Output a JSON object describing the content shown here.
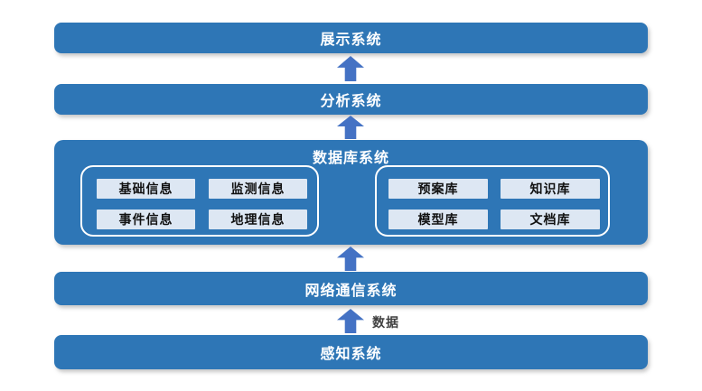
{
  "diagram": {
    "colors": {
      "background": "#ffffff",
      "layer_fill": "#2e76b6",
      "layer_text": "#ffffff",
      "arrow_fill": "#4472c4",
      "group_border": "#ffffff",
      "chip_fill": "#dde7f3",
      "chip_text": "#111111",
      "arrow_label_text": "#3f3f3f"
    },
    "layers": [
      {
        "id": "display",
        "label": "展示系统"
      },
      {
        "id": "analysis",
        "label": "分析系统"
      },
      {
        "id": "database",
        "label": "数据库系统"
      },
      {
        "id": "network",
        "label": "网络通信系统"
      },
      {
        "id": "perception",
        "label": "感知系统"
      }
    ],
    "database_groups": {
      "left": [
        "基础信息",
        "监测信息",
        "事件信息",
        "地理信息"
      ],
      "right": [
        "预案库",
        "知识库",
        "模型库",
        "文档库"
      ]
    },
    "arrow_label": "数据"
  }
}
